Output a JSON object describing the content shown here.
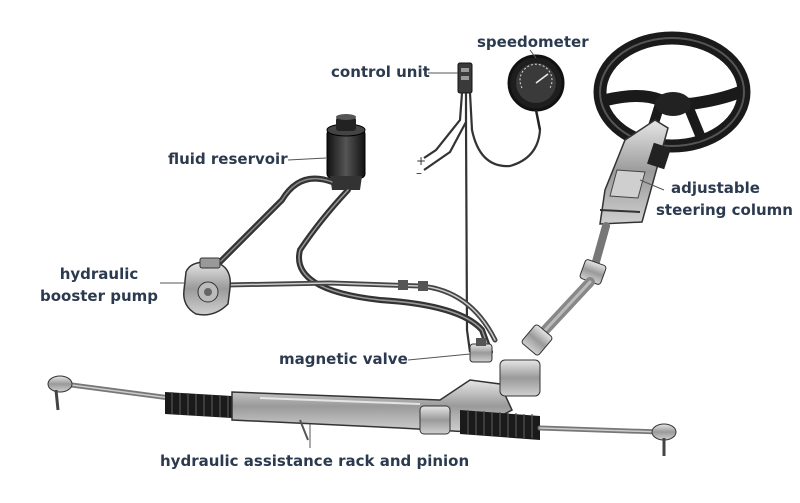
{
  "labels": {
    "speedometer": "speedometer",
    "control_unit": "control unit",
    "fluid_reservoir": "fluid reservoir",
    "adjustable": "adjustable",
    "steering_column": "steering column",
    "hydraulic": "hydraulic",
    "booster_pump": "booster pump",
    "magnetic_valve": "magnetic valve",
    "rack_and_pinion": "hydraulic assistance rack and pinion"
  },
  "terminal_marks": {
    "plus": "+",
    "minus": "–"
  },
  "colors": {
    "label_text": "#2b3a4f",
    "metal": "#8c8c8c",
    "dark": "#222222",
    "hose": "#333333",
    "leader": "#555555"
  }
}
